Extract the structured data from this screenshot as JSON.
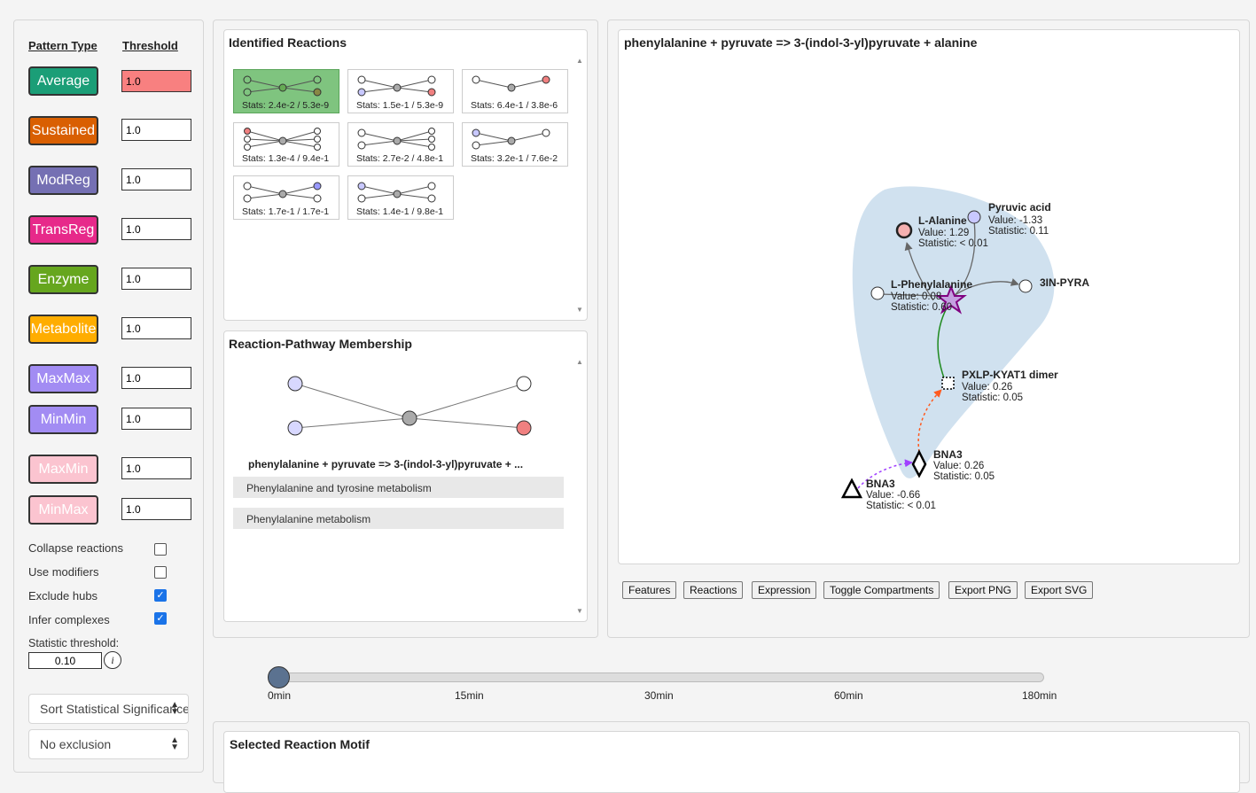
{
  "left": {
    "pattern_type_header": "Pattern Type",
    "threshold_header": "Threshold",
    "patterns": [
      {
        "label": "Average",
        "color": "#1b9e77",
        "threshold": "1.0",
        "text_color": "#ffffff",
        "highlight": true
      },
      {
        "label": "Sustained",
        "color": "#d95f02",
        "threshold": "1.0",
        "text_color": "#ffffff"
      },
      {
        "label": "ModReg",
        "color": "#7570b3",
        "threshold": "1.0",
        "text_color": "#ffffff"
      },
      {
        "label": "TransReg",
        "color": "#e7298a",
        "threshold": "1.0",
        "text_color": "#ffffff"
      },
      {
        "label": "Enzyme",
        "color": "#66a61e",
        "threshold": "1.0",
        "text_color": "#ffffff"
      },
      {
        "label": "Metabolite",
        "color": "#ffad00",
        "threshold": "1.0",
        "text_color": "#ffffff"
      },
      {
        "label": "MaxMax",
        "color": "#a28cf3",
        "threshold": "1.0",
        "text_color": "#ffffff"
      },
      {
        "label": "MinMin",
        "color": "#a28cf3",
        "threshold": "1.0",
        "text_color": "#ffffff"
      },
      {
        "label": "MaxMin",
        "color": "#fbc4d0",
        "threshold": "1.0",
        "text_color": "#ffffff"
      },
      {
        "label": "MinMax",
        "color": "#fbc4d0",
        "threshold": "1.0",
        "text_color": "#ffffff"
      }
    ],
    "options": [
      {
        "label": "Collapse reactions",
        "checked": false
      },
      {
        "label": "Use modifiers",
        "checked": false
      },
      {
        "label": "Exclude hubs",
        "checked": true
      },
      {
        "label": "Infer complexes",
        "checked": true
      }
    ],
    "stat_threshold_label": "Statistic threshold:",
    "stat_threshold_value": "0.10",
    "info_icon": "i",
    "sort_select": "Sort Statistical Significance",
    "exclusion_select": "No exclusion"
  },
  "identified": {
    "title": "Identified Reactions",
    "cards": [
      {
        "stats": "Stats: 2.4e-2 / 5.3e-9",
        "selected": true
      },
      {
        "stats": "Stats: 1.5e-1 / 5.3e-9"
      },
      {
        "stats": "Stats: 6.4e-1 / 3.8e-6"
      },
      {
        "stats": "Stats: 1.3e-4 / 9.4e-1"
      },
      {
        "stats": "Stats: 2.7e-2 / 4.8e-1"
      },
      {
        "stats": "Stats: 3.2e-1 / 7.6e-2"
      },
      {
        "stats": "Stats: 1.7e-1 / 1.7e-1"
      },
      {
        "stats": "Stats: 1.4e-1 / 9.8e-1"
      }
    ]
  },
  "membership": {
    "title": "Reaction-Pathway Membership",
    "reaction": "phenylalanine + pyruvate => 3-(indol-3-yl)pyruvate + ...",
    "pathways": [
      "Phenylalanine and tyrosine metabolism",
      "Phenylalanine metabolism"
    ]
  },
  "network": {
    "title": "phenylalanine + pyruvate => 3-(indol-3-yl)pyruvate + alanine",
    "nodes": {
      "alanine": {
        "name": "L-Alanine",
        "value": "Value: 1.29",
        "stat": "Statistic: < 0.01"
      },
      "pyruvic": {
        "name": "Pyruvic acid",
        "value": "Value: -1.33",
        "stat": "Statistic: 0.11"
      },
      "phenylalanine": {
        "name": "L-Phenylalanine",
        "value": "Value: 0.08",
        "stat": "Statistic: 0.60"
      },
      "inpyra": {
        "name": "3IN-PYRA"
      },
      "pxlp": {
        "name": "PXLP-KYAT1 dimer",
        "value": "Value: 0.26",
        "stat": "Statistic: 0.05"
      },
      "bna3_d": {
        "name": "BNA3",
        "value": "Value: 0.26",
        "stat": "Statistic: 0.05"
      },
      "bna3_t": {
        "name": "BNA3",
        "value": "Value: -0.66",
        "stat": "Statistic: < 0.01"
      }
    },
    "buttons": [
      "Features",
      "Reactions",
      "Expression",
      "Toggle Compartments",
      "Export PNG",
      "Export SVG"
    ]
  },
  "timeline": {
    "ticks": [
      "0min",
      "15min",
      "30min",
      "60min",
      "180min"
    ],
    "selected_index": 0
  },
  "motif": {
    "title": "Selected Reaction Motif"
  }
}
